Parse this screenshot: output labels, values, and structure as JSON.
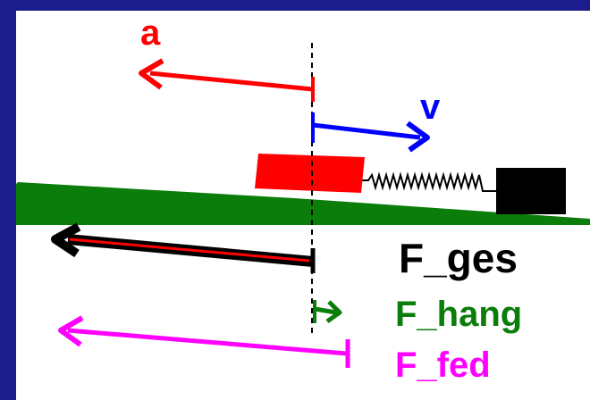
{
  "colors": {
    "frame": "#1c1c8c",
    "panel": "#ffffff",
    "acceleration": "#ff0000",
    "velocity": "#0000ff",
    "slope": "#0a7d0a",
    "block": "#ff0000",
    "wall": "#000000",
    "total_force": "#000000",
    "slope_force": "#0a7d0a",
    "spring_force": "#ff00ff"
  },
  "labels": {
    "acceleration": "a",
    "velocity": "v",
    "total_force": "F_ges",
    "slope_force": "F_hang",
    "spring_force": "F_fed"
  }
}
